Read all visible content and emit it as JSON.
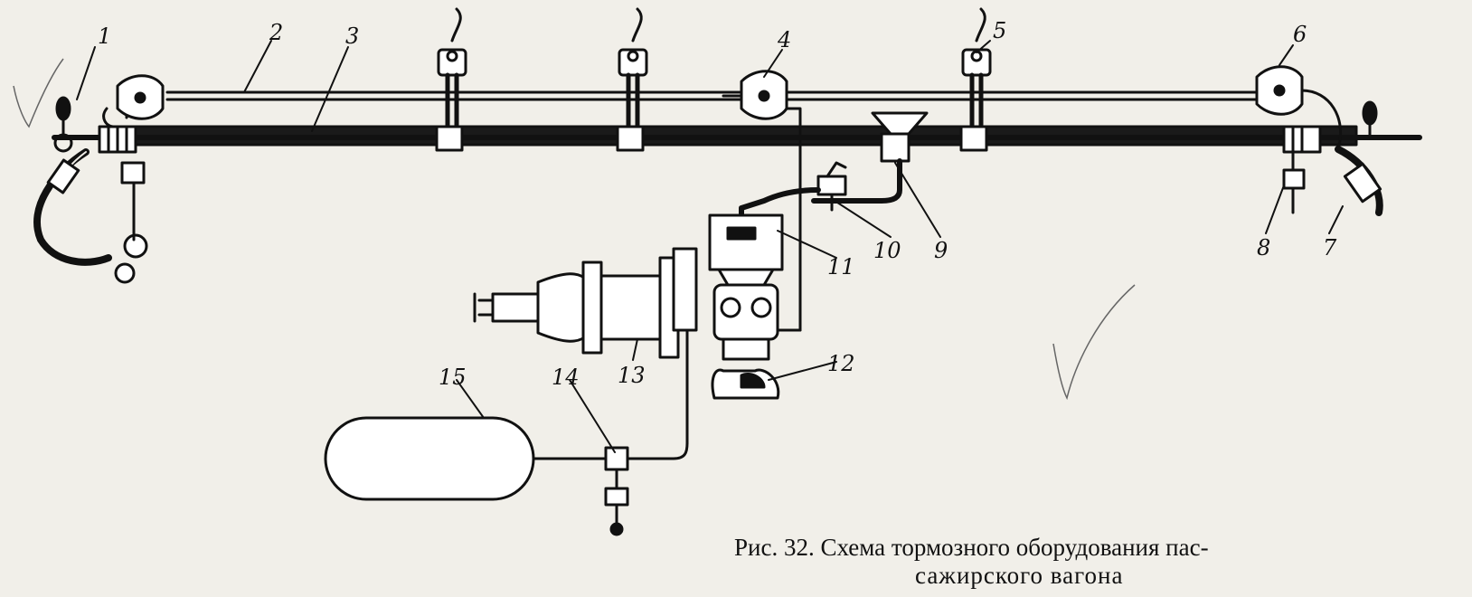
{
  "figure": {
    "labels": [
      "1",
      "2",
      "3",
      "4",
      "5",
      "6",
      "7",
      "8",
      "9",
      "10",
      "11",
      "12",
      "13",
      "14",
      "15"
    ],
    "caption_line1": "Рис. 32. Схема тормозного оборудования пас-",
    "caption_line2": "сажирского вагона"
  },
  "colors": {
    "ink": "#111111",
    "paper": "#f1efe9"
  }
}
